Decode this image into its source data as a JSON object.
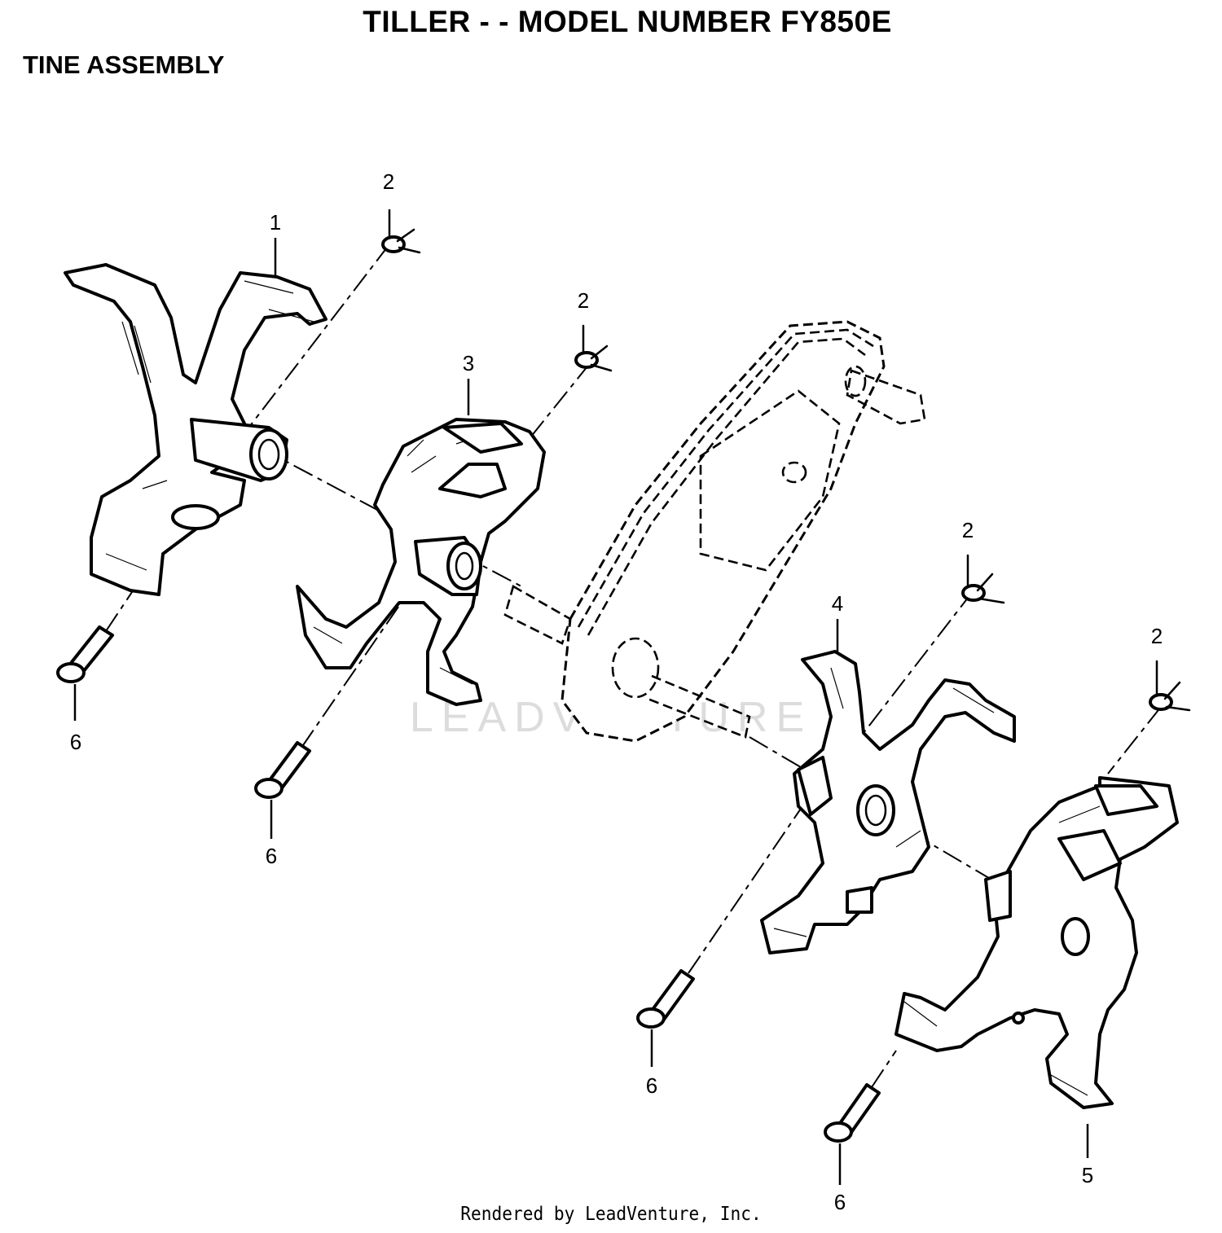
{
  "header": {
    "title": "TILLER - - MODEL NUMBER FY850E",
    "subtitle": "TINE ASSEMBLY"
  },
  "watermark": "LEADVENTURE",
  "footer": "Rendered by LeadVenture, Inc.",
  "callouts": {
    "tine_outer_left": "1",
    "hairpin_a": "2",
    "hairpin_b": "2",
    "hairpin_c": "2",
    "hairpin_d": "2",
    "tine_inner_left": "3",
    "tine_inner_right": "4",
    "tine_outer_right": "5",
    "pin_a": "6",
    "pin_b": "6",
    "pin_c": "6",
    "pin_d": "6"
  }
}
